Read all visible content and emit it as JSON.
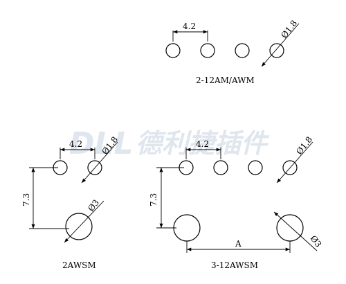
{
  "watermark": {
    "logo_text": "DLL",
    "company_text": "德利捷插件",
    "color": "#dfe6ee"
  },
  "colors": {
    "line": "#000000",
    "background": "#ffffff"
  },
  "top_diagram": {
    "pitch_label": "4.2",
    "hole_label": "Ø1.8",
    "caption": "2-12AM/AWM"
  },
  "left_diagram": {
    "pitch_label": "4.2",
    "hole_label": "Ø1.8",
    "vertical_label": "7.3",
    "peg_label": "Ø3",
    "caption": "2AWSM"
  },
  "right_diagram": {
    "pitch_label": "4.2",
    "hole_label": "Ø1.8",
    "vertical_label": "7.3",
    "peg_label": "Ø3",
    "span_label": "A",
    "caption": "3-12AWSM"
  }
}
